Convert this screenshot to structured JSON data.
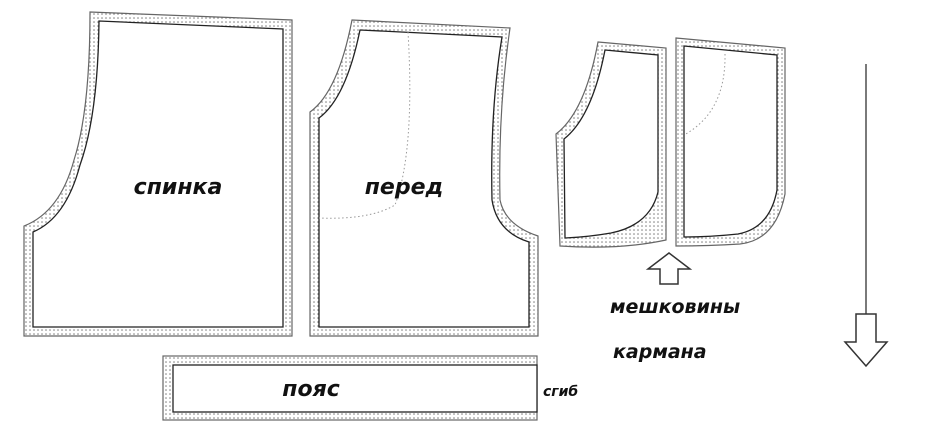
{
  "labels": {
    "back": "спинка",
    "front": "перед",
    "pocket_line1": "мешковины",
    "pocket_line2": "кармана",
    "belt": "пояс",
    "fold": "сгиб"
  }
}
